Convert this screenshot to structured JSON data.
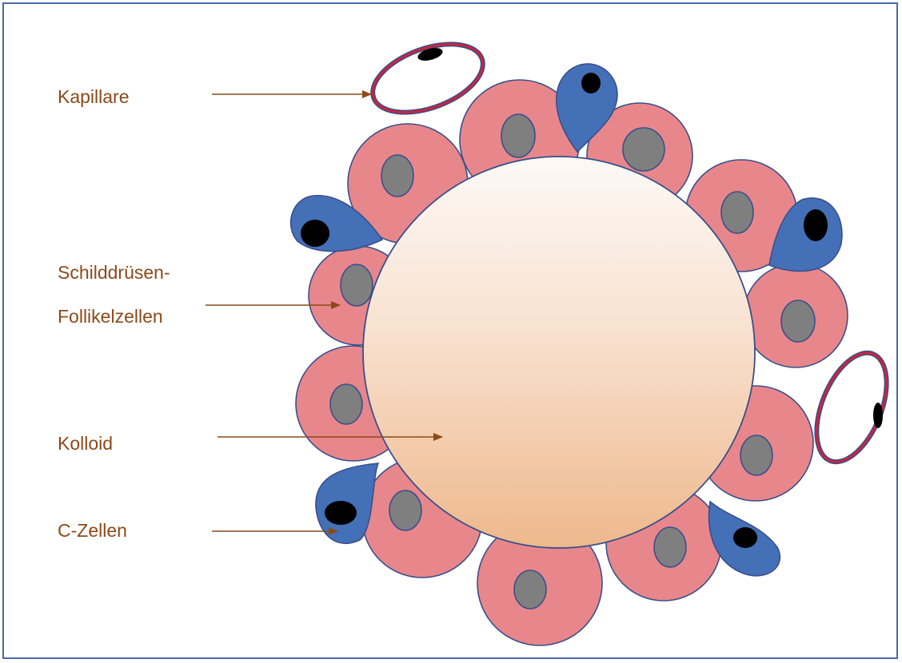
{
  "labels": {
    "kapillare": "Kapillare",
    "follikel_line1": "Schilddrüsen-",
    "follikel_line2": "Follikelzellen",
    "kolloid": "Kolloid",
    "c_zellen": "C-Zellen"
  },
  "colors": {
    "border": "#4a69a6",
    "label_text": "#8b4a1a",
    "arrow": "#8b4a1a",
    "follicle_cell": "#e8878b",
    "cell_outline": "#3a4f8a",
    "nucleus": "#7f7f7f",
    "c_cell": "#4470b8",
    "c_cell_nucleus": "#000000",
    "capillary_outer": "#3a4f8a",
    "capillary_inner": "#c8253c",
    "colloid_top": "#fdf8f4",
    "colloid_bottom": "#efb98e"
  },
  "icons": [
    "thyroid-follicle-diagram"
  ]
}
